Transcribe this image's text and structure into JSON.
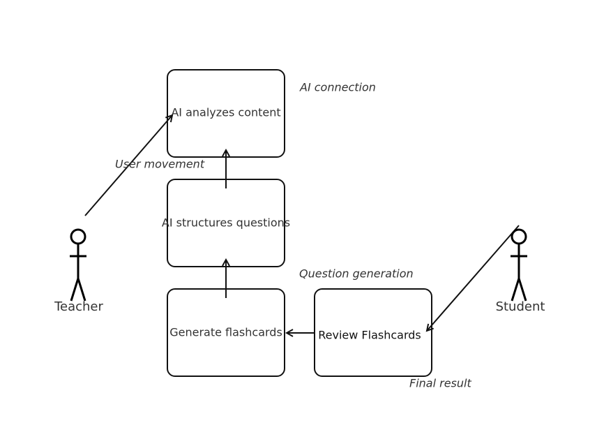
{
  "diagram": {
    "boxes": {
      "ai_analyzes": "AI analyzes content",
      "ai_structures": "AI structures questions",
      "generate": "Generate flashcards",
      "review": "Review Flashcards"
    },
    "notes": {
      "ai_connection": "AI connection",
      "user_movement": "User movement",
      "question_generation": "Question generation",
      "final_result": "Final result"
    },
    "actors": {
      "teacher": "Teacher",
      "student": "Student"
    }
  }
}
